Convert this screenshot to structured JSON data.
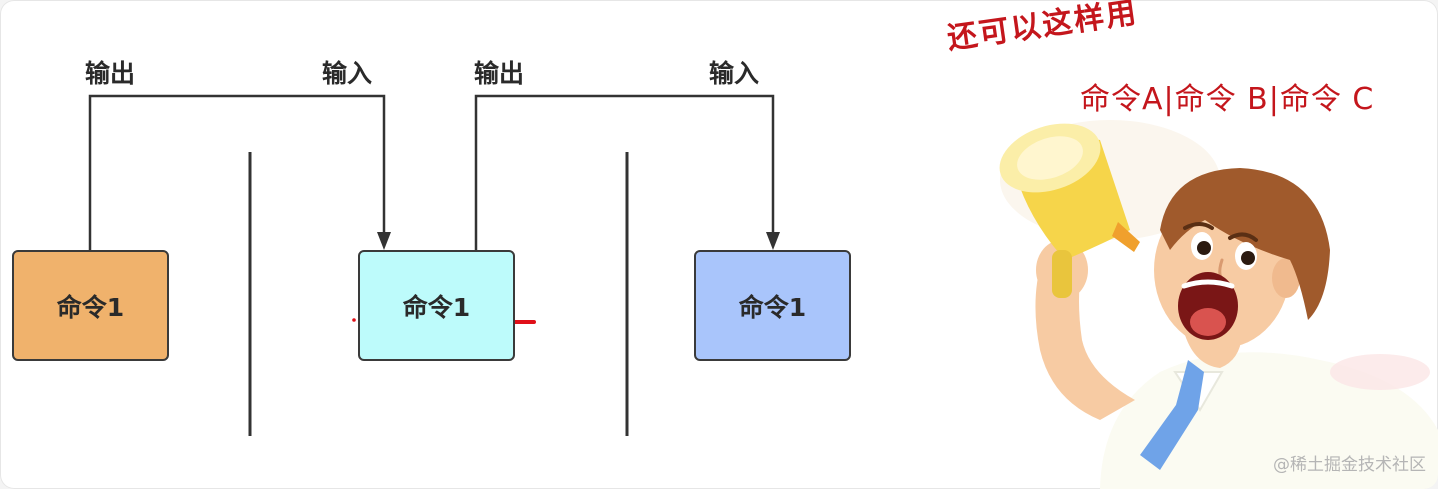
{
  "flow_labels": {
    "output_1": "输出",
    "input_1": "输入",
    "output_2": "输出",
    "input_2": "输入"
  },
  "commands": [
    {
      "label": "命令1",
      "fill": "#f0b26c"
    },
    {
      "label": "命令1",
      "fill": "#bdfbfb"
    },
    {
      "label": "命令1",
      "fill": "#a9c5fb"
    }
  ],
  "note": {
    "title": "还可以这样用",
    "usage": "命令A|命令 B|命令 C"
  },
  "watermark": "@稀土掘金技术社区",
  "colors": {
    "line": "#333333",
    "annotation": "#e01019",
    "note_text": "#c4161c"
  },
  "icons": [
    "megaphone-icon"
  ]
}
